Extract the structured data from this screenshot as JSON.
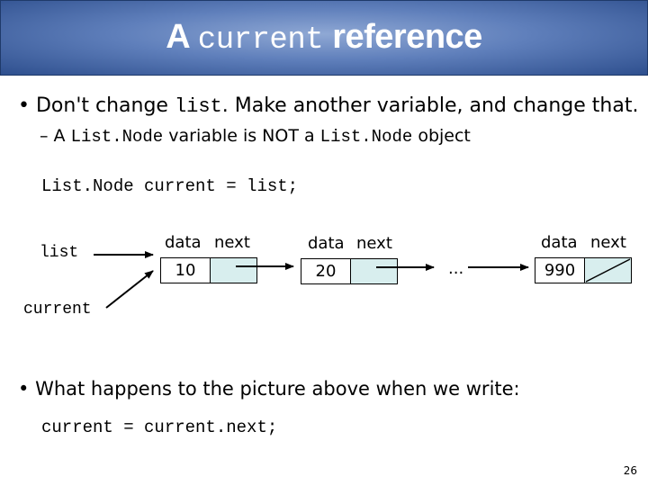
{
  "title": {
    "word1": "A",
    "code": "current",
    "word2": "reference"
  },
  "bullet1": {
    "marker": "•",
    "pre": "Don't change ",
    "code": "list",
    "post": ".  Make another variable, and change that."
  },
  "sub1": {
    "marker": "–",
    "t1": "A ",
    "c1": "List.Node",
    "t2": " variable is NOT a ",
    "c2": "List.Node",
    "t3": " object"
  },
  "code_line1": "List.Node current = list;",
  "diagram": {
    "list_label": "list",
    "current_label": "current",
    "nodes": [
      {
        "data_header": "data",
        "next_header": "next",
        "value": "10"
      },
      {
        "data_header": "data",
        "next_header": "next",
        "value": "20"
      },
      {
        "data_header": "data",
        "next_header": "next",
        "value": "990"
      }
    ],
    "ellipsis": "..."
  },
  "bullet2": {
    "marker": "•",
    "text": "What happens to the picture above when we write:"
  },
  "code_line2": "current = current.next;",
  "page_number": "26"
}
